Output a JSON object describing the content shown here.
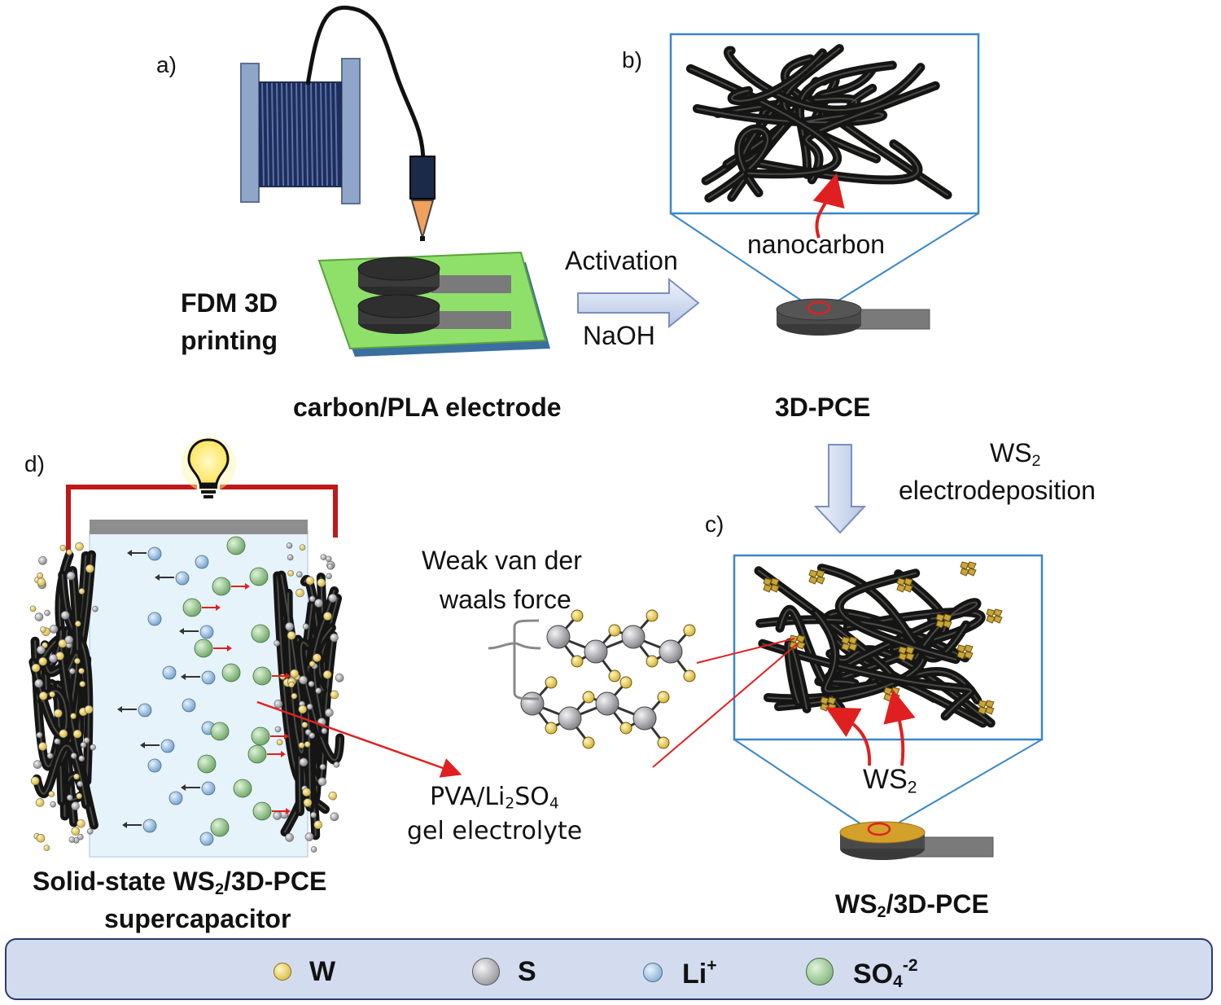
{
  "panels": {
    "a": "a)",
    "b": "b)",
    "c": "c)",
    "d": "d)"
  },
  "labels": {
    "fdm_line1": "FDM 3D",
    "fdm_line2": "printing",
    "carbon_pla": "carbon/PLA electrode",
    "activation": "Activation",
    "naoh": "NaOH",
    "nanocarbon": "nanocarbon",
    "pce": "3D-PCE",
    "ws2_dep_ws": "WS",
    "ws2_dep_sub": "2",
    "ws2_dep_line2": "electrodeposition",
    "ws2_label_ws": "WS",
    "ws2_label_sub": "2",
    "ws2_pce_ws": "WS",
    "ws2_pce_sub": "2",
    "ws2_pce_rest": "/3D-PCE",
    "vdw_line1": "Weak van der",
    "vdw_line2": "waals force",
    "pva_pre": "PVA/Li",
    "pva_sub1": "2",
    "pva_mid": "SO",
    "pva_sub2": "4",
    "gel": "gel electrolyte",
    "solid_pre": "Solid-state WS",
    "solid_sub": "2",
    "solid_post": "/3D-PCE",
    "supercap": "supercapacitor"
  },
  "legend": {
    "w": "W",
    "s": "S",
    "li": "Li",
    "li_sup": "+",
    "so4": "SO",
    "so4_sub": "4",
    "so4_sup": "-2"
  },
  "colors": {
    "w_atom": "#e8c84a",
    "s_atom": "#a9a9ad",
    "li_ion": "#8fb8dc",
    "so4_ion": "#8cc084",
    "frame_blue": "#3a86c8",
    "accent_red": "#e02020",
    "substrate_green": "#8fe06a",
    "legend_bg": "#d3dcef"
  },
  "icons": [
    "filament-spool-icon",
    "print-nozzle-icon",
    "light-bulb-icon",
    "arrow-right-icon",
    "arrow-down-icon"
  ]
}
